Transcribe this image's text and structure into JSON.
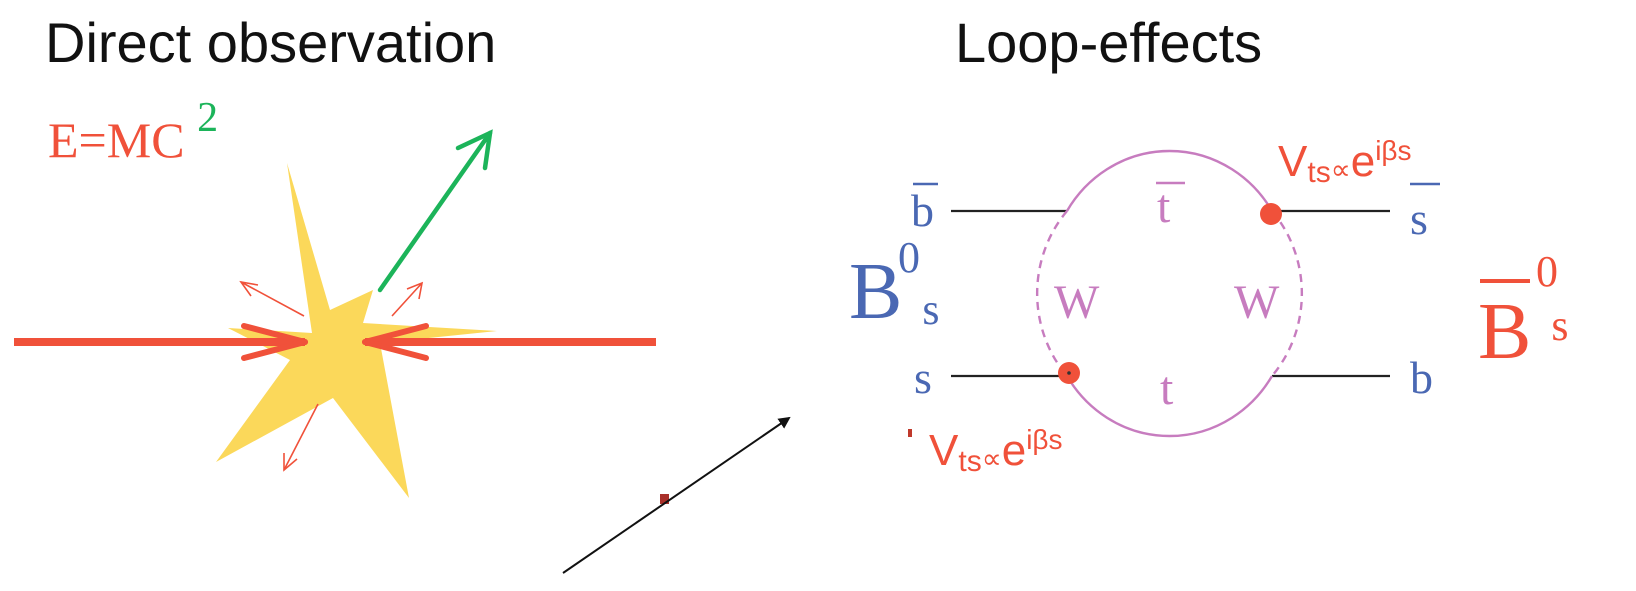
{
  "left_panel": {
    "title": "Direct observation",
    "formula": {
      "base": "E=MC",
      "exponent": "2"
    }
  },
  "right_panel": {
    "title": "Loop-effects",
    "quark_labels": {
      "b_bar": "b",
      "s_bar": "s",
      "s": "s",
      "b": "b"
    },
    "internal_labels": {
      "t_bar": "t",
      "t": "t",
      "w_left": "W",
      "w_right": "W"
    },
    "meson_left": {
      "base": "B",
      "sub": "s",
      "sup": "0"
    },
    "meson_right": {
      "base": "B",
      "sub": "s",
      "sup": "0"
    },
    "vertex_top": {
      "v": "V",
      "sub": "ts",
      "prop": "∝",
      "e": "e",
      "exp": "iβs"
    },
    "vertex_bottom": {
      "v": "V",
      "sub": "ts",
      "prop": "∝",
      "e": "e",
      "exp": "iβs"
    }
  },
  "colors": {
    "red": "#f0513a",
    "green": "#1cb45a",
    "yellow": "#fbd85a",
    "blue": "#4a68b3",
    "pink": "#c77cbf",
    "black": "#111111"
  }
}
